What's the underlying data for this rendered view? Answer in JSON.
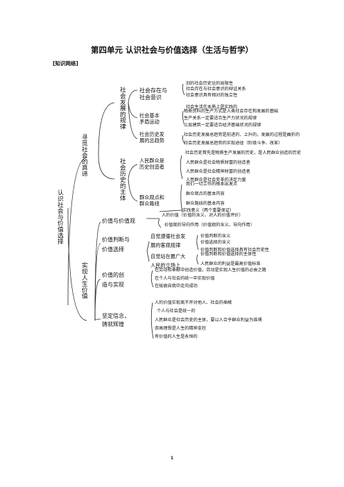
{
  "title": "第四单元 认识社会与价值选择（生活与哲学）",
  "section_label": "[知识网络]",
  "root": "认识社会与价值选择",
  "part1": {
    "label": "寻觅社会的真谛",
    "group1": {
      "label": "社会发展的规律",
      "topic1": {
        "label": [
          "社会存在与",
          "社会意识"
        ],
        "items": [
          "旧的社会历史论的局限性",
          "社会存在与社会意识的辩证关系",
          "社会意识具有相对的独立性",
          "社会生活在本质上是实践的"
        ]
      },
      "topic2": {
        "label": [
          "社会基本",
          "矛盾运动"
        ],
        "items": [
          "物质资料的生产方式是人类社会存在和发展的基础",
          "生产关系一定要适合生产力状况的规律",
          "上层建筑一定要适合经济基础状况的规律"
        ]
      },
      "topic3": {
        "label": [
          "社会历史发",
          "展的总趋势"
        ],
        "items": [
          "社会历史发展总趋势是前进的、上升的，发展的过程是曲折的",
          "社会历史发展总趋势的实现途径（阶级斗争、改革）"
        ]
      }
    },
    "group2": {
      "label": "社会历史的主体",
      "topic1": {
        "label": [
          "人民群众是",
          "历史创造者"
        ],
        "items": [
          "社会历史首先是物质生产发展的历史，是人民群众创造的历史",
          "人民群众是社会物质财富的创造者",
          "人民群众是社会精神财富的创造者",
          "人民群众是社会变革的决定力量"
        ]
      },
      "topic2": {
        "label": [
          "群众观点和",
          "群众路线"
        ],
        "items": [
          "我们一切工作的根本出发点",
          "群众观点的基本内容",
          "群众路线的基本内容"
        ]
      }
    }
  },
  "part2": {
    "label": "实现人生价值",
    "topic1": {
      "label": [
        "价值与价值观"
      ],
      "items": [
        "人的价值（价值的含义、对人的价值评价）",
        "价值观的导向作用（价值观的含义、导向作用）"
      ],
      "extra": "实践意义（两个重要保证）"
    },
    "topic2": {
      "label": [
        "价值判断与",
        "价值选择"
      ],
      "sub1": {
        "label": [
          "自觉遵循社会发",
          "展的客观规律"
        ],
        "items": [
          "价值判断的含义",
          "价值选择的含义",
          "价值判断和价值选择具有社会历史性"
        ]
      },
      "sub2": {
        "label": [
          "自觉站在最广大",
          "人民的立场上"
        ],
        "items": [
          "价值判断和价值选择的主体性",
          "人民群众的利益是最高价值标准"
        ]
      }
    },
    "topic3": {
      "label": [
        "价值的创",
        "造与实现"
      ],
      "items": [
        "在劳动和奉献中创造价值，劳动是实现人生价值的必由之路",
        "在个人与社会的统一中实现价值",
        "在砥砺自我中走向成功"
      ]
    },
    "topic4": {
      "label": [
        "坚定信念，",
        "铸就辉煌"
      ],
      "items": [
        "人的价值实现离不开对他人、社会的奉献",
        "个人与社会是统一的",
        "人民群众是社会历史的主体，要以人合乎群众利益为准绳",
        "崇高理想是人生的精神支柱",
        "有价值的人生是永恒的"
      ]
    }
  },
  "page_number": "1"
}
